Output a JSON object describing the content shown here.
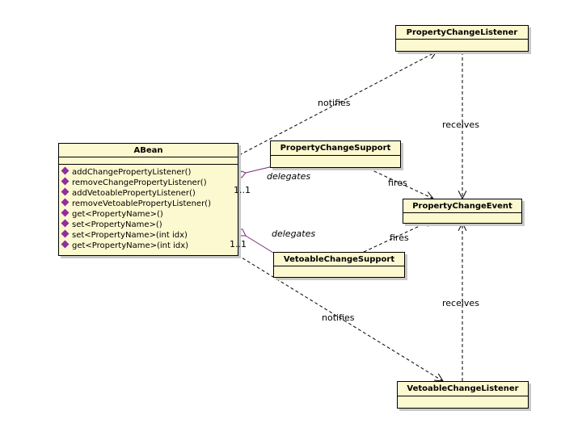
{
  "classes": {
    "abean": {
      "name": "ABean",
      "methods": [
        "addChangePropertyListener()",
        "removeChangePropertyListener()",
        "addVetoablePropertyListener()",
        "removeVetoablePropertyListener()",
        "get<PropertyName>()",
        "set<PropertyName>()",
        "set<PropertyName>(int idx)",
        "get<PropertyName>(int idx)"
      ]
    },
    "property_change_listener": {
      "name": "PropertyChangeListener"
    },
    "property_change_support": {
      "name": "PropertyChangeSupport"
    },
    "property_change_event": {
      "name": "PropertyChangeEvent"
    },
    "vetoable_change_support": {
      "name": "VetoableChangeSupport"
    },
    "vetoable_change_listener": {
      "name": "VetoableChangeListener"
    }
  },
  "relations": {
    "notifies_property": "notifies",
    "notifies_vetoable": "notifies",
    "delegates_property": "delegates",
    "delegates_vetoable": "delegates",
    "multiplicity_property": "1..1",
    "multiplicity_vetoable": "1..1",
    "fires_property": "fires",
    "fires_vetoable": "fires",
    "receives_property": "receives",
    "receives_vetoable": "receives"
  },
  "colors": {
    "class_fill": "#fcf8d0",
    "method_icon": "#8f2f9e",
    "association_line": "#7a2a7a"
  },
  "icons": {
    "method": "public-method-icon"
  }
}
